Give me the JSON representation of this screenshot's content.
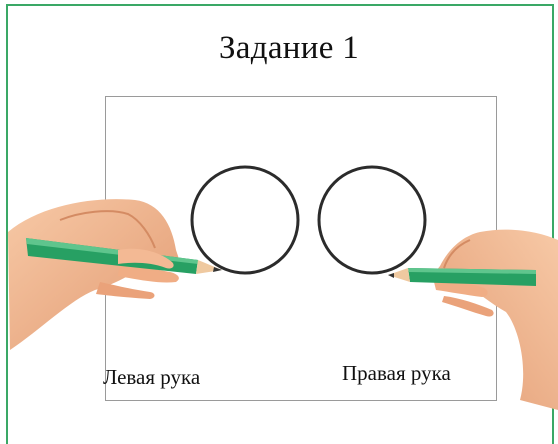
{
  "title": "Задание 1",
  "labels": {
    "left_hand": "Левая рука",
    "right_hand": "Правая рука"
  },
  "colors": {
    "frame": "#3aa866",
    "pencil": "#27a063",
    "skin": "#f2b48c",
    "circle": "#222222"
  },
  "icons": {
    "left_hand": "left-hand-with-pencil",
    "right_hand": "right-hand-with-pencil"
  }
}
